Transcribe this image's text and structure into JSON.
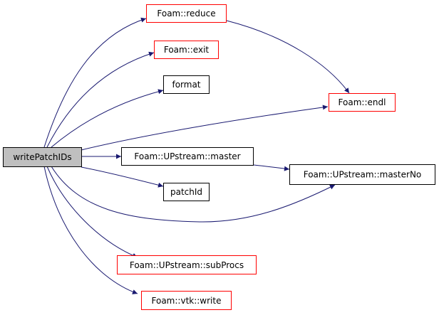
{
  "colors": {
    "edge": "#191970",
    "border_default": "#000000",
    "border_external": "#ff0000",
    "fill_default": "#ffffff",
    "fill_focus": "#bfbfbf"
  },
  "nodes": {
    "writePatchIDs": {
      "label": "writePatchIDs",
      "kind": "focus"
    },
    "reduce": {
      "label": "Foam::reduce",
      "kind": "external"
    },
    "exit": {
      "label": "Foam::exit",
      "kind": "external"
    },
    "format": {
      "label": "format",
      "kind": "default"
    },
    "endl": {
      "label": "Foam::endl",
      "kind": "external"
    },
    "master": {
      "label": "Foam::UPstream::master",
      "kind": "default"
    },
    "masterNo": {
      "label": "Foam::UPstream::masterNo",
      "kind": "default"
    },
    "patchId": {
      "label": "patchId",
      "kind": "default"
    },
    "subProcs": {
      "label": "Foam::UPstream::subProcs",
      "kind": "external"
    },
    "vtkWrite": {
      "label": "Foam::vtk::write",
      "kind": "external"
    }
  },
  "edges": [
    {
      "from": "writePatchIDs",
      "to": "reduce"
    },
    {
      "from": "writePatchIDs",
      "to": "exit"
    },
    {
      "from": "writePatchIDs",
      "to": "format"
    },
    {
      "from": "writePatchIDs",
      "to": "endl"
    },
    {
      "from": "writePatchIDs",
      "to": "master"
    },
    {
      "from": "writePatchIDs",
      "to": "masterNo"
    },
    {
      "from": "writePatchIDs",
      "to": "patchId"
    },
    {
      "from": "writePatchIDs",
      "to": "subProcs"
    },
    {
      "from": "writePatchIDs",
      "to": "vtkWrite"
    },
    {
      "from": "reduce",
      "to": "endl"
    },
    {
      "from": "master",
      "to": "masterNo"
    }
  ]
}
